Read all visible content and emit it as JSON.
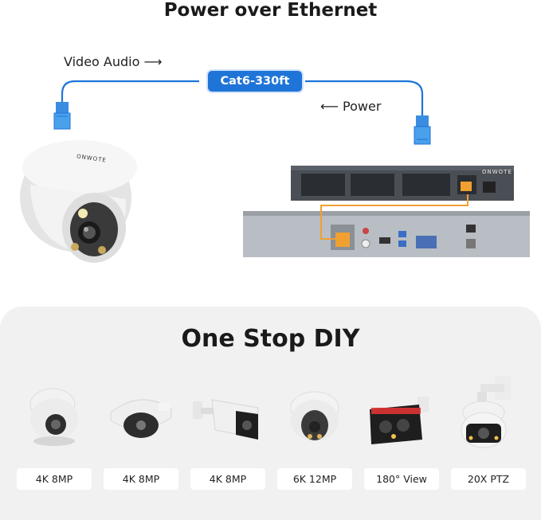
{
  "title": "Power over Ethernet",
  "diagram": {
    "signal_label": "Video Audio",
    "signal_arrow": "⟶",
    "cable_label": "Cat6-330ft",
    "power_label": "Power",
    "power_arrow": "⟵",
    "camera_brand": "ONWOTE",
    "switch_brand": "ONWOTE",
    "cable_color": "#1f74d8",
    "link_color": "#f0a030"
  },
  "section": {
    "title": "One Stop DIY",
    "cameras": [
      {
        "icon": "turret-camera-icon",
        "label": "4K 8MP"
      },
      {
        "icon": "dome-camera-icon",
        "label": "4K 8MP"
      },
      {
        "icon": "bullet-camera-icon",
        "label": "4K 8MP"
      },
      {
        "icon": "turret-camera-color-icon",
        "label": "6K 12MP"
      },
      {
        "icon": "dual-lens-bullet-camera-icon",
        "label": "180° View"
      },
      {
        "icon": "ptz-camera-icon",
        "label": "20X PTZ"
      }
    ]
  }
}
